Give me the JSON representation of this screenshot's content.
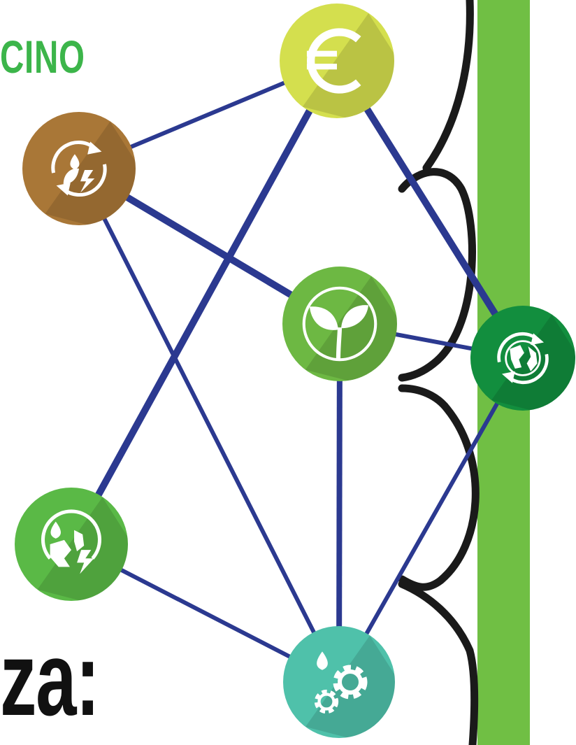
{
  "texts": {
    "top_fragment": "CINO",
    "bottom_fragment": "za:"
  },
  "colors": {
    "background": "#ffffff",
    "accent_green": "#3cb54a",
    "edge": "#2b3990",
    "panel_green": "#70bf44",
    "outline": "#1a1a1a",
    "bottom_text": "#111111"
  },
  "nodes": [
    {
      "id": "euro",
      "icon": "euro-icon",
      "fill": "#d4df4e"
    },
    {
      "id": "water-energy-cycle",
      "icon": "water-energy-cycle-icon",
      "fill": "#a97737"
    },
    {
      "id": "sprout",
      "icon": "sprout-icon",
      "fill": "#6db843"
    },
    {
      "id": "earth-cycle",
      "icon": "earth-cycle-icon",
      "fill": "#128e3e"
    },
    {
      "id": "earth-water-energy",
      "icon": "earth-water-energy-icon",
      "fill": "#5ab946"
    },
    {
      "id": "water-gears",
      "icon": "water-gears-icon",
      "fill": "#4fc1aa"
    }
  ],
  "edges": [
    {
      "from": "water-energy-cycle",
      "to": "euro",
      "weight": "thin"
    },
    {
      "from": "water-energy-cycle",
      "to": "sprout",
      "weight": "thick"
    },
    {
      "from": "water-energy-cycle",
      "to": "water-gears",
      "weight": "thin"
    },
    {
      "from": "euro",
      "to": "earth-water-energy",
      "weight": "thick"
    },
    {
      "from": "euro",
      "to": "earth-cycle",
      "weight": "thick"
    },
    {
      "from": "sprout",
      "to": "earth-cycle",
      "weight": "thin"
    },
    {
      "from": "sprout",
      "to": "water-gears",
      "weight": "medium"
    },
    {
      "from": "earth-cycle",
      "to": "water-gears",
      "weight": "thin"
    },
    {
      "from": "earth-water-energy",
      "to": "water-gears",
      "weight": "thin"
    }
  ]
}
